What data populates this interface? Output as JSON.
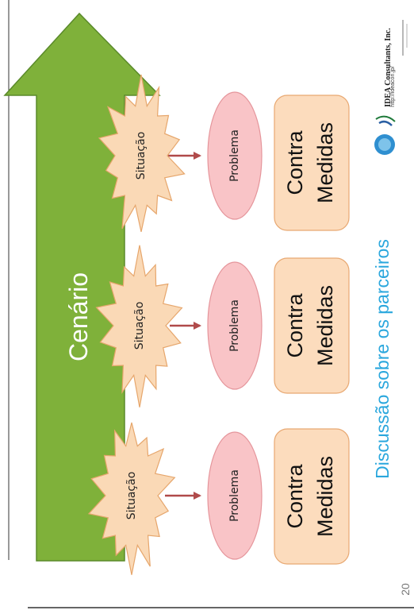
{
  "slide": {
    "page_number": "20",
    "title": "Discussão sobre os parceiros",
    "main_arrow_label": "Cenário",
    "logo": {
      "company": "IDEA Consultants, Inc.",
      "url": "http://ideacon.jp/"
    },
    "columns": [
      {
        "situation": "Situação",
        "problem": "Problema",
        "countermeasure": "Contra\nMedidas"
      },
      {
        "situation": "Situação",
        "problem": "Problema",
        "countermeasure": "Contra\nMedidas"
      },
      {
        "situation": "Situação",
        "problem": "Problema",
        "countermeasure": "Contra\nMedidas"
      }
    ]
  },
  "colors": {
    "arrow_fill": "#7fb13a",
    "arrow_stroke": "#5a8a2a",
    "burst_fill": "#fad9b6",
    "burst_stroke": "#e6a66c",
    "problem_fill": "#f9c4c7",
    "problem_stroke": "#e5959b",
    "countermeasure_fill": "#fcdcbd",
    "countermeasure_stroke": "#e8a872",
    "connector": "#b04a4a",
    "title": "#2aa7dd"
  }
}
